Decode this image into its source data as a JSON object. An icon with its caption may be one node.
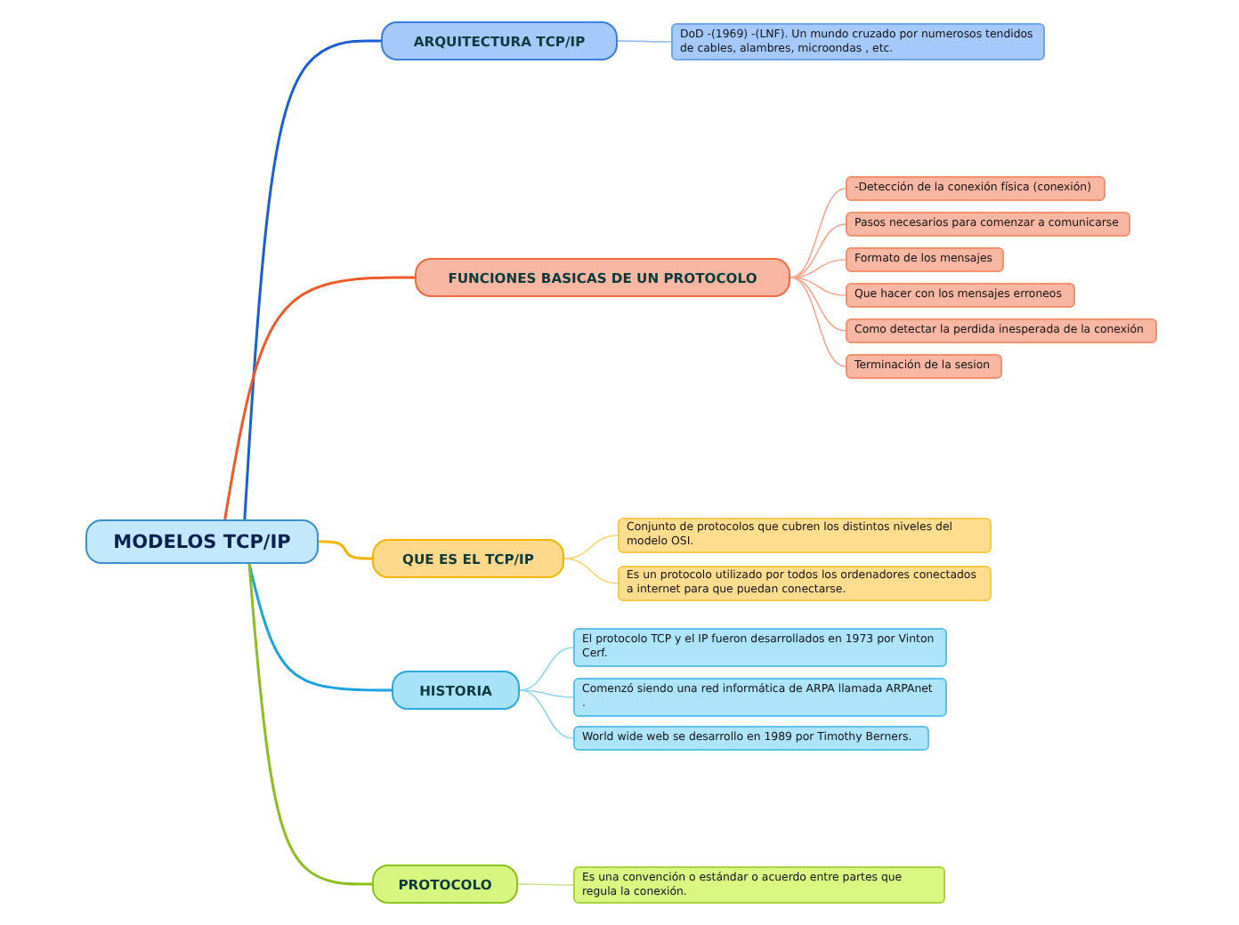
{
  "diagram": {
    "nodes": [
      {
        "text": [
          "MODELOS TCP/IP"
        ]
      },
      {
        "text": [
          "ARQUITECTURA TCP/IP"
        ]
      },
      {
        "text": [
          "DoD -(1969) -(LNF). Un mundo cruzado por numerosos tendidos de cables, alambres, microondas , etc."
        ]
      },
      {
        "text": [
          "FUNCIONES BASICAS DE UN PROTOCOLO"
        ]
      },
      {
        "text": [
          "-Detección de la conexión física (conexión)"
        ]
      },
      {
        "text": [
          "Pasos necesarios para comenzar a comunicarse"
        ]
      },
      {
        "text": [
          "Formato de los mensajes"
        ]
      },
      {
        "text": [
          "Que hacer con los mensajes erroneos"
        ]
      },
      {
        "text": [
          "Como detectar la perdida inesperada de la conexión"
        ]
      },
      {
        "text": [
          "Terminación de la sesion"
        ]
      },
      {
        "text": [
          "QUE ES EL TCP/IP"
        ]
      },
      {
        "text": [
          "Conjunto de protocolos que cubren los distintos niveles del modelo OSI."
        ]
      },
      {
        "text": [
          "Es un protocolo utilizado por todos los ordenadores conectados a internet para que puedan conectarse."
        ]
      },
      {
        "text": [
          "HISTORIA"
        ]
      },
      {
        "text": [
          "El protocolo TCP y el IP fueron desarrollados en 1973 por Vinton Cerf."
        ]
      },
      {
        "text": [
          "Comenzó siendo una red informática de ARPA llamada ARPAnet ."
        ]
      },
      {
        "text": [
          "World wide web se desarrollo en 1989 por Timothy Berners."
        ]
      },
      {
        "text": [
          "PROTOCOLO"
        ]
      },
      {
        "text": [
          "Es una convención o estándar o acuerdo entre partes que regula la conexión."
        ]
      }
    ],
    "edges": [
      {
        "from": 0,
        "to": 1,
        "arrow": "none",
        "color": "#1a5fcf"
      },
      {
        "from": 1,
        "to": 2,
        "arrow": "none",
        "color": "#8fb3e8"
      },
      {
        "from": 0,
        "to": 3,
        "arrow": "none",
        "color": "#f05a28"
      },
      {
        "from": 3,
        "to": 4,
        "arrow": "none",
        "color": "#f7a58c"
      },
      {
        "from": 3,
        "to": 5,
        "arrow": "none",
        "color": "#f7a58c"
      },
      {
        "from": 3,
        "to": 6,
        "arrow": "none",
        "color": "#f7a58c"
      },
      {
        "from": 3,
        "to": 7,
        "arrow": "none",
        "color": "#f7a58c"
      },
      {
        "from": 3,
        "to": 8,
        "arrow": "none",
        "color": "#f7a58c"
      },
      {
        "from": 3,
        "to": 9,
        "arrow": "none",
        "color": "#f7a58c"
      },
      {
        "from": 0,
        "to": 10,
        "arrow": "none",
        "color": "#f5b400"
      },
      {
        "from": 10,
        "to": 11,
        "arrow": "none",
        "color": "#fbd36a"
      },
      {
        "from": 10,
        "to": 12,
        "arrow": "none",
        "color": "#fbd36a"
      },
      {
        "from": 0,
        "to": 13,
        "arrow": "none",
        "color": "#1aa3e0"
      },
      {
        "from": 13,
        "to": 14,
        "arrow": "none",
        "color": "#8fd3f2"
      },
      {
        "from": 13,
        "to": 15,
        "arrow": "none",
        "color": "#8fd3f2"
      },
      {
        "from": 13,
        "to": 16,
        "arrow": "none",
        "color": "#8fd3f2"
      },
      {
        "from": 0,
        "to": 17,
        "arrow": "none",
        "color": "#8cbe1f"
      },
      {
        "from": 17,
        "to": 18,
        "arrow": "none",
        "color": "#c6e08a"
      }
    ]
  }
}
